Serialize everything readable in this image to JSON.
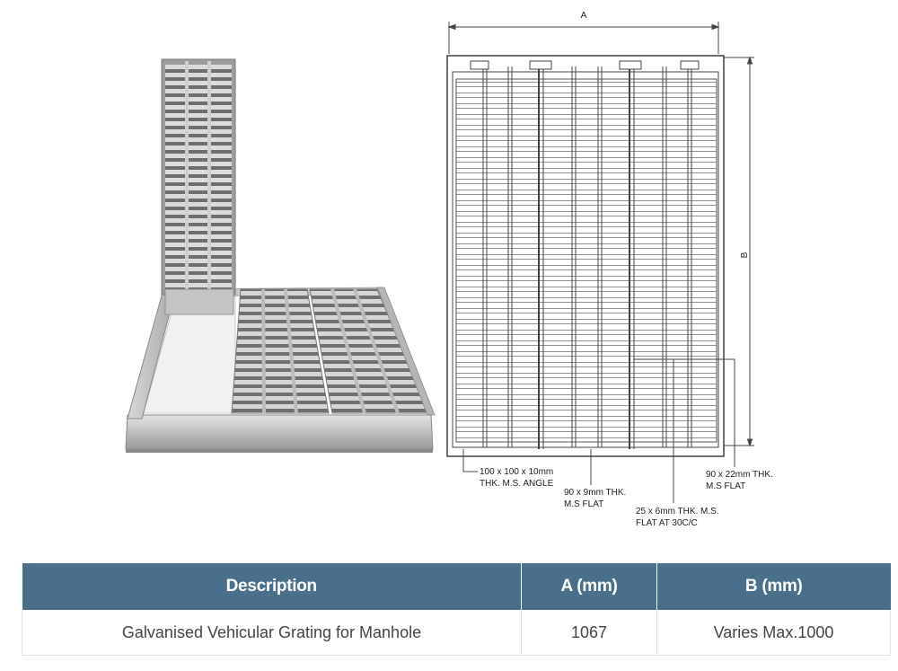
{
  "drawing": {
    "dim_a": "A",
    "dim_b": "B",
    "callouts": {
      "angle_line1": "100 x 100 x 10mm",
      "angle_line2": "THK. M.S. ANGLE",
      "flat90x9_line1": "90 x 9mm THK.",
      "flat90x9_line2": "M.S FLAT",
      "flat25x6_line1": "25 x 6mm THK. M.S.",
      "flat25x6_line2": "FLAT AT 30C/C",
      "flat90x22_line1": "90 x 22mm THK.",
      "flat90x22_line2": "M.S FLAT"
    }
  },
  "table": {
    "headers": [
      "Description",
      "A (mm)",
      "B (mm)"
    ],
    "rows": [
      [
        "Galvanised Vehicular Grating for Manhole",
        "1067",
        "Varies Max.1000"
      ]
    ]
  },
  "colors": {
    "header_bg": "#4a6f8a",
    "header_text": "#ffffff",
    "body_text": "#444444"
  }
}
